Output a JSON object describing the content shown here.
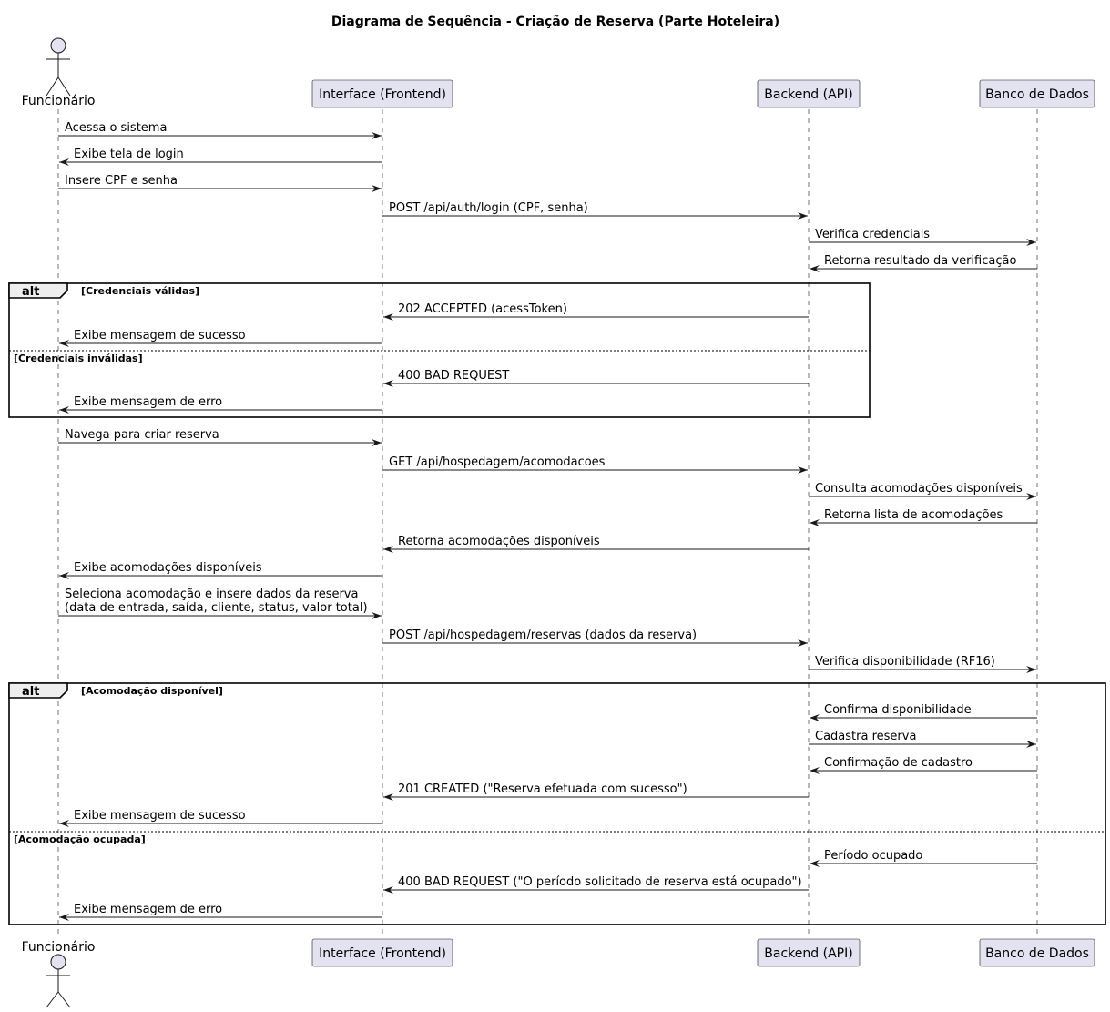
{
  "title": "Diagrama de Sequência - Criação de Reserva (Parte Hoteleira)",
  "participants": [
    {
      "label": "Funcionário",
      "kind": "actor"
    },
    {
      "label": "Interface (Frontend)",
      "kind": "participant"
    },
    {
      "label": "Backend (API)",
      "kind": "participant"
    },
    {
      "label": "Banco de Dados",
      "kind": "participant"
    }
  ],
  "messages": [
    {
      "from": 0,
      "to": 1,
      "text": [
        "Acessa o sistema"
      ]
    },
    {
      "from": 1,
      "to": 0,
      "text": [
        "Exibe tela de login"
      ]
    },
    {
      "from": 0,
      "to": 1,
      "text": [
        "Insere CPF e senha"
      ]
    },
    {
      "from": 1,
      "to": 2,
      "text": [
        "POST /api/auth/login (CPF, senha)"
      ]
    },
    {
      "from": 2,
      "to": 3,
      "text": [
        "Verifica credenciais"
      ]
    },
    {
      "from": 3,
      "to": 2,
      "text": [
        "Retorna resultado da verificação"
      ]
    },
    {
      "from": 2,
      "to": 1,
      "text": [
        "202 ACCEPTED (acessToken)"
      ]
    },
    {
      "from": 1,
      "to": 0,
      "text": [
        "Exibe mensagem de sucesso"
      ]
    },
    {
      "from": 2,
      "to": 1,
      "text": [
        "400 BAD REQUEST"
      ]
    },
    {
      "from": 1,
      "to": 0,
      "text": [
        "Exibe mensagem de erro"
      ]
    },
    {
      "from": 0,
      "to": 1,
      "text": [
        "Navega para criar reserva"
      ]
    },
    {
      "from": 1,
      "to": 2,
      "text": [
        "GET /api/hospedagem/acomodacoes"
      ]
    },
    {
      "from": 2,
      "to": 3,
      "text": [
        "Consulta acomodações disponíveis"
      ]
    },
    {
      "from": 3,
      "to": 2,
      "text": [
        "Retorna lista de acomodações"
      ]
    },
    {
      "from": 2,
      "to": 1,
      "text": [
        "Retorna acomodações disponíveis"
      ]
    },
    {
      "from": 1,
      "to": 0,
      "text": [
        "Exibe acomodações disponíveis"
      ]
    },
    {
      "from": 0,
      "to": 1,
      "text": [
        "Seleciona acomodação e insere dados da reserva",
        "(data de entrada, saída, cliente, status, valor total)"
      ]
    },
    {
      "from": 1,
      "to": 2,
      "text": [
        "POST /api/hospedagem/reservas (dados da reserva)"
      ]
    },
    {
      "from": 2,
      "to": 3,
      "text": [
        "Verifica disponibilidade (RF16)"
      ]
    },
    {
      "from": 3,
      "to": 2,
      "text": [
        "Confirma disponibilidade"
      ]
    },
    {
      "from": 2,
      "to": 3,
      "text": [
        "Cadastra reserva"
      ]
    },
    {
      "from": 3,
      "to": 2,
      "text": [
        "Confirmação de cadastro"
      ]
    },
    {
      "from": 2,
      "to": 1,
      "text": [
        "201 CREATED (\"Reserva efetuada com sucesso\")"
      ]
    },
    {
      "from": 1,
      "to": 0,
      "text": [
        "Exibe mensagem de sucesso"
      ]
    },
    {
      "from": 3,
      "to": 2,
      "text": [
        "Período ocupado"
      ]
    },
    {
      "from": 2,
      "to": 1,
      "text": [
        "400 BAD REQUEST (\"O período solicitado de reserva está ocupado\")"
      ]
    },
    {
      "from": 1,
      "to": 0,
      "text": [
        "Exibe mensagem de erro"
      ]
    }
  ],
  "fragments": [
    {
      "keyword": "alt",
      "conditions": [
        "[Credenciais válidas]",
        "[Credenciais inválidas]"
      ],
      "first_message": 6,
      "else_before_message": 8,
      "last_message": 9
    },
    {
      "keyword": "alt",
      "conditions": [
        "[Acomodação disponível]",
        "[Acomodação ocupada]"
      ],
      "first_message": 19,
      "else_before_message": 24,
      "last_message": 26
    }
  ]
}
